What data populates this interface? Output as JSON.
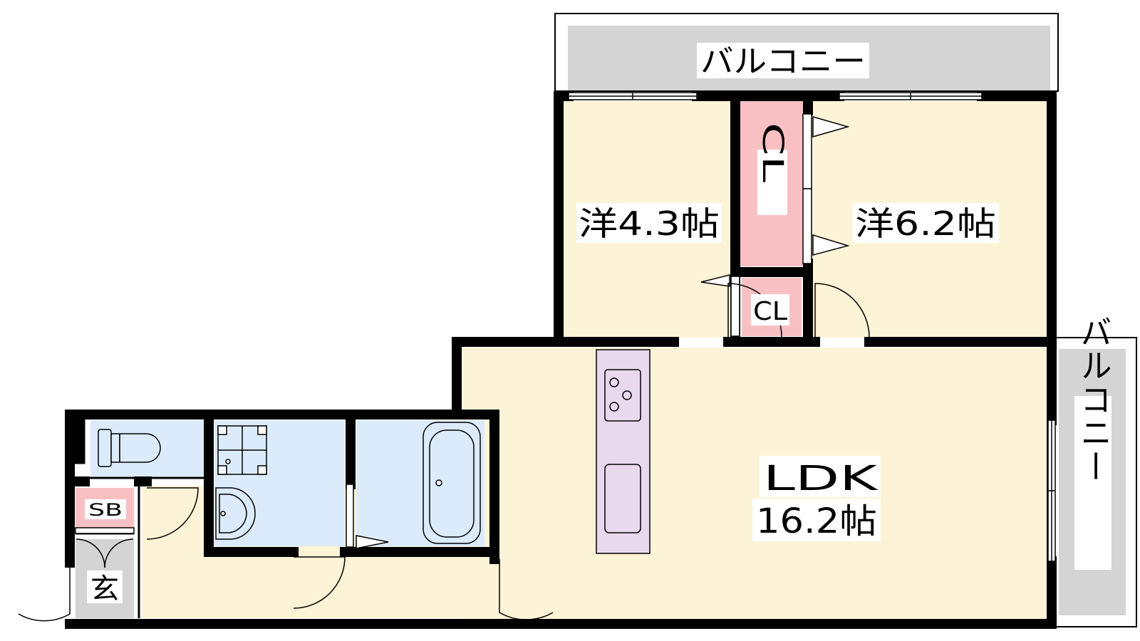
{
  "colors": {
    "wall": "#000000",
    "living": "#fdf3d6",
    "wet": "#dcebfb",
    "closet": "#f9c0c4",
    "kitchen": "#e8d9ee",
    "balcony": "#d4d4d4",
    "entrance": "#d4d4d4"
  },
  "labels": {
    "balcony_top": "バルコニー",
    "balcony_right": "バルコニー",
    "room1": "洋4.3帖",
    "room2": "洋6.2帖",
    "cl_large": "CL",
    "cl_small": "CL",
    "ldk_name": "LDK",
    "ldk_size": "16.2帖",
    "sb": "SB",
    "entrance": "玄"
  },
  "icons": [
    "toilet-icon",
    "washing-machine-icon",
    "wash-basin-icon",
    "bathtub-icon",
    "gas-stove-icon",
    "kitchen-sink-icon",
    "door-swing-icon"
  ]
}
